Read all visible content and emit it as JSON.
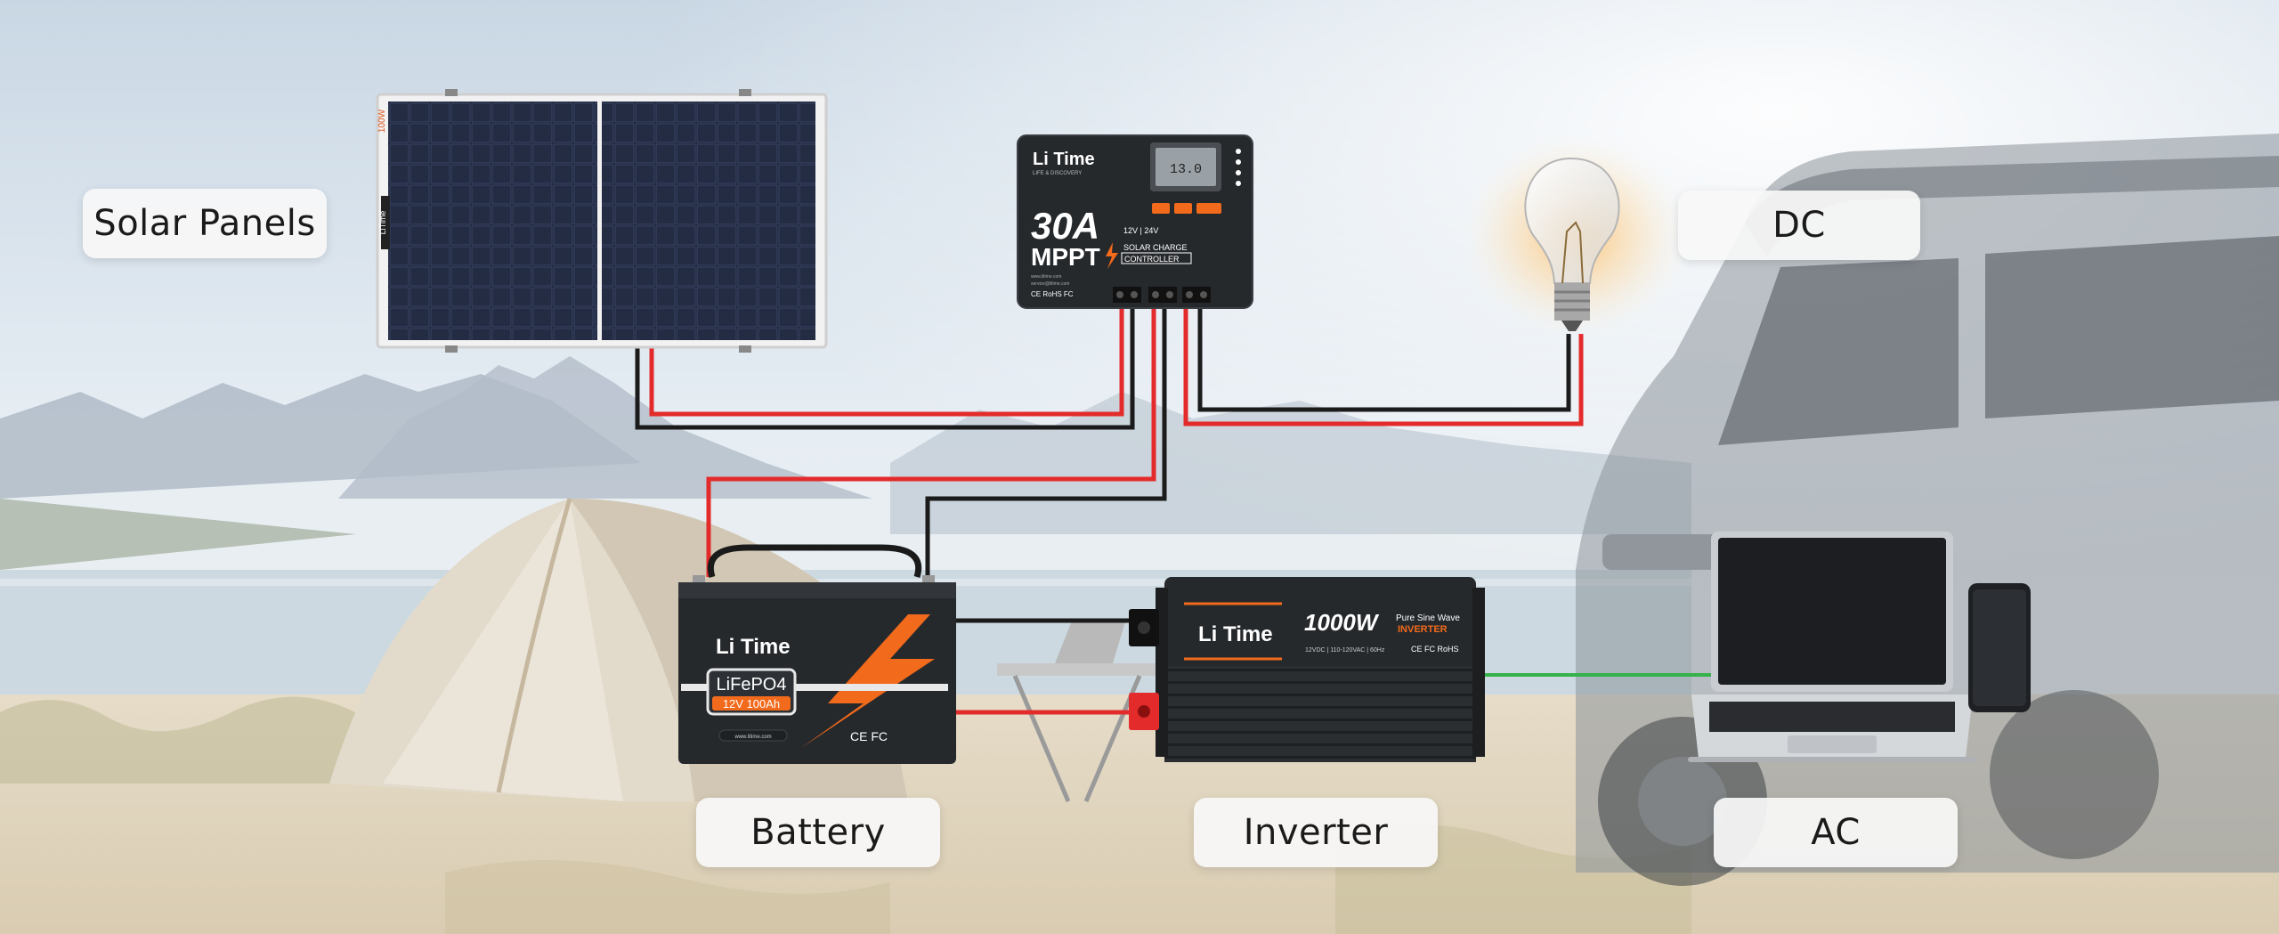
{
  "labels": {
    "solar_panels": "Solar Panels",
    "dc": "DC",
    "battery": "Battery",
    "inverter": "Inverter",
    "ac": "AC"
  },
  "solar_panel": {
    "brand_strip": "LiTime",
    "rating": "100W"
  },
  "controller": {
    "brand": "Li Time",
    "tagline": "LIFE & DISCOVERY",
    "current": "30A",
    "type": "MPPT",
    "voltage": "12V | 24V",
    "desc_line1": "SOLAR CHARGE",
    "desc_line2": "CONTROLLER",
    "screen": "13.0",
    "footer_line1": "www.litime.com",
    "footer_line2": "service@litime.com",
    "certs": "CE RoHS FC"
  },
  "battery": {
    "brand": "Li Time",
    "chemistry": "LiFePO4",
    "spec": "12V 100Ah",
    "website": "www.litime.com",
    "certs": "CE FC"
  },
  "inverter": {
    "brand": "Li Time",
    "power": "1000W",
    "wave_line1": "Pure Sine Wave",
    "wave_line2": "INVERTER",
    "specs": "12VDC | 110-120VAC | 60Hz",
    "certs": "CE FC RoHS"
  },
  "colors": {
    "wire_positive": "#e32b2b",
    "wire_negative": "#1b1b1b",
    "wire_ac": "#35b34a",
    "brand_orange": "#f26a1b",
    "device_body": "#26292c"
  }
}
